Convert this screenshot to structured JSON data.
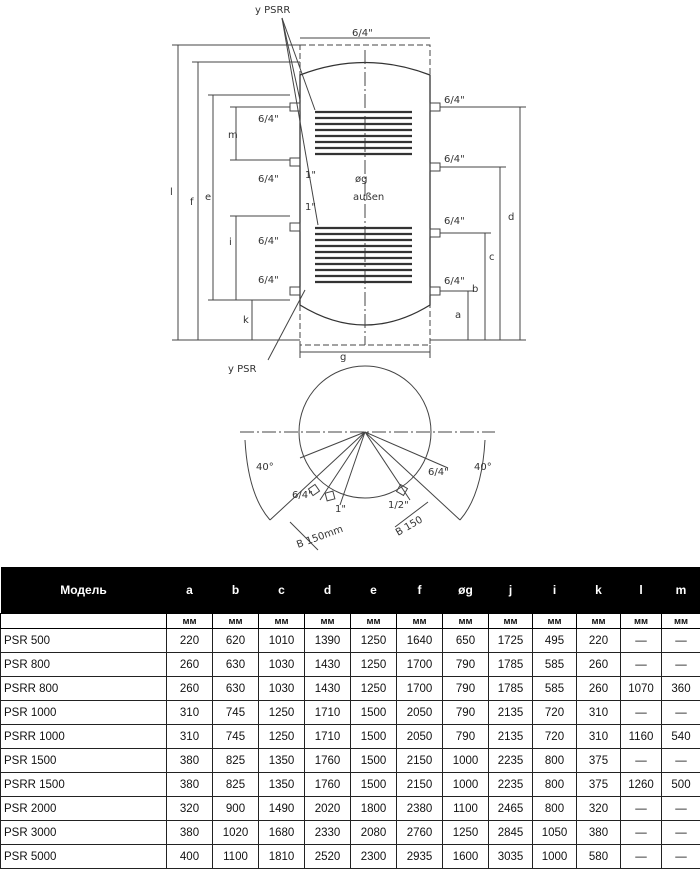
{
  "drawing": {
    "labels": {
      "y_psrr": "y PSRR",
      "y_psr": "y PSR",
      "top_fitting": "6/4\"",
      "conn_left_1": "6/4\"",
      "conn_left_2": "6/4\"",
      "conn_left_3": "6/4\"",
      "conn_left_4": "6/4\"",
      "conn_left_small": "1\"",
      "conn_right_1": "6/4\"",
      "conn_right_2": "6/4\"",
      "conn_right_3": "6/4\"",
      "conn_right_4": "6/4\"",
      "inner_dia": "øg",
      "outer_note": "außen",
      "bottom_dim": "g",
      "dim_l": "l",
      "dim_f": "f",
      "dim_e": "e",
      "dim_m": "m",
      "dim_i": "i",
      "dim_k": "k",
      "dim_d": "d",
      "dim_c": "c",
      "dim_b": "b",
      "dim_a": "a",
      "inner_one": "1\"",
      "plan_angle_left": "40°",
      "plan_angle_right": "40°",
      "plan_fitting_left": "6/4\"",
      "plan_fitting_right": "6/4\"",
      "plan_one_inch": "1\"",
      "plan_half_inch": "1/2\"",
      "plan_b_left": "B 150mm",
      "plan_b_right": "B 150"
    }
  },
  "table": {
    "headers": [
      "Модель",
      "a",
      "b",
      "c",
      "d",
      "e",
      "f",
      "øg",
      "j",
      "i",
      "k",
      "l",
      "m"
    ],
    "units": [
      "",
      "мм",
      "мм",
      "мм",
      "мм",
      "мм",
      "мм",
      "мм",
      "мм",
      "мм",
      "мм",
      "мм",
      "мм"
    ],
    "rows": [
      [
        "PSR 500",
        "220",
        "620",
        "1010",
        "1390",
        "1250",
        "1640",
        "650",
        "1725",
        "495",
        "220",
        "—",
        "—"
      ],
      [
        "PSR 800",
        "260",
        "630",
        "1030",
        "1430",
        "1250",
        "1700",
        "790",
        "1785",
        "585",
        "260",
        "—",
        "—"
      ],
      [
        "PSRR 800",
        "260",
        "630",
        "1030",
        "1430",
        "1250",
        "1700",
        "790",
        "1785",
        "585",
        "260",
        "1070",
        "360"
      ],
      [
        "PSR 1000",
        "310",
        "745",
        "1250",
        "1710",
        "1500",
        "2050",
        "790",
        "2135",
        "720",
        "310",
        "—",
        "—"
      ],
      [
        "PSRR 1000",
        "310",
        "745",
        "1250",
        "1710",
        "1500",
        "2050",
        "790",
        "2135",
        "720",
        "310",
        "1160",
        "540"
      ],
      [
        "PSR 1500",
        "380",
        "825",
        "1350",
        "1760",
        "1500",
        "2150",
        "1000",
        "2235",
        "800",
        "375",
        "—",
        "—"
      ],
      [
        "PSRR 1500",
        "380",
        "825",
        "1350",
        "1760",
        "1500",
        "2150",
        "1000",
        "2235",
        "800",
        "375",
        "1260",
        "500"
      ],
      [
        "PSR 2000",
        "320",
        "900",
        "1490",
        "2020",
        "1800",
        "2380",
        "1100",
        "2465",
        "800",
        "320",
        "—",
        "—"
      ],
      [
        "PSR 3000",
        "380",
        "1020",
        "1680",
        "2330",
        "2080",
        "2760",
        "1250",
        "2845",
        "1050",
        "380",
        "—",
        "—"
      ],
      [
        "PSR 5000",
        "400",
        "1100",
        "1810",
        "2520",
        "2300",
        "2935",
        "1600",
        "3035",
        "1000",
        "580",
        "—",
        "—"
      ]
    ]
  }
}
